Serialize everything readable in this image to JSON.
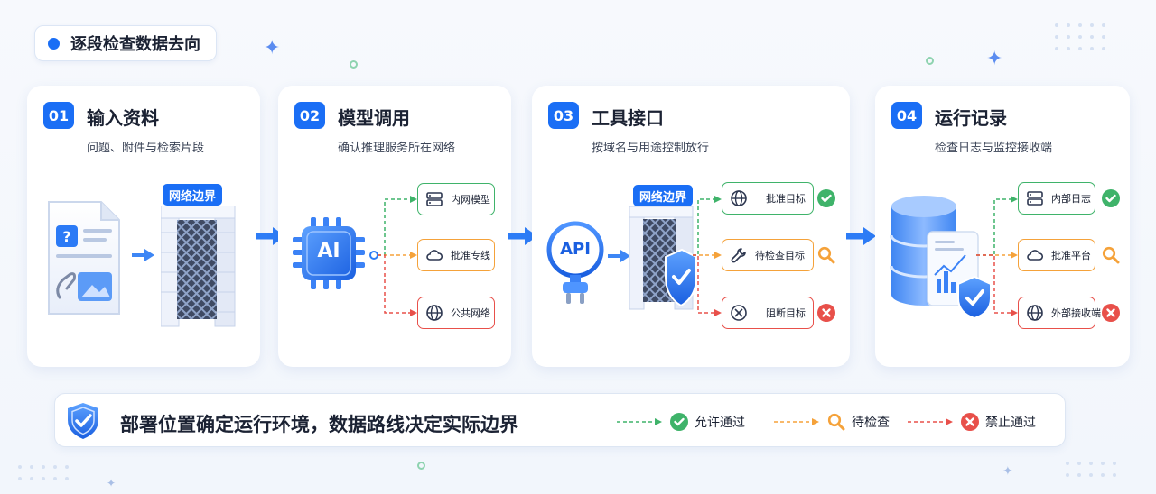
{
  "header": {
    "title": "逐段检查数据去向"
  },
  "stages": [
    {
      "num": "01",
      "title": "输入资料",
      "subtitle": "问题、附件与检索片段"
    },
    {
      "num": "02",
      "title": "模型调用",
      "subtitle": "确认推理服务所在网络"
    },
    {
      "num": "03",
      "title": "工具接口",
      "subtitle": "按域名与用途控制放行"
    },
    {
      "num": "04",
      "title": "运行记录",
      "subtitle": "检查日志与监控接收端"
    }
  ],
  "boundary_label": "网络边界",
  "chip_labels": {
    "ai": "AI",
    "api": "API"
  },
  "model_routes": [
    {
      "label": "内网模型",
      "icon": "server-icon",
      "status": "allow"
    },
    {
      "label": "批准专线",
      "icon": "cloud-icon",
      "status": "pending"
    },
    {
      "label": "公共网络",
      "icon": "globe-icon",
      "status": "deny"
    }
  ],
  "tool_routes": [
    {
      "label": "批准目标",
      "icon": "globe-icon",
      "status": "allow"
    },
    {
      "label": "待检查目标",
      "icon": "wrench-icon",
      "status": "pending"
    },
    {
      "label": "阻断目标",
      "icon": "block-icon",
      "status": "deny"
    }
  ],
  "log_routes": [
    {
      "label": "内部日志",
      "icon": "server-icon",
      "status": "allow"
    },
    {
      "label": "批准平台",
      "icon": "cloud-icon",
      "status": "pending"
    },
    {
      "label": "外部接收端",
      "icon": "globe-icon",
      "status": "deny"
    }
  ],
  "footer": {
    "message": "部署位置确定运行环境，数据路线决定实际边界",
    "legend": [
      {
        "label": "允许通过",
        "status": "allow"
      },
      {
        "label": "待检查",
        "status": "pending"
      },
      {
        "label": "禁止通过",
        "status": "deny"
      }
    ]
  },
  "colors": {
    "accent": "#1a6ef5",
    "allow": "#3fb36a",
    "pending": "#f5a23a",
    "deny": "#e8504a"
  }
}
